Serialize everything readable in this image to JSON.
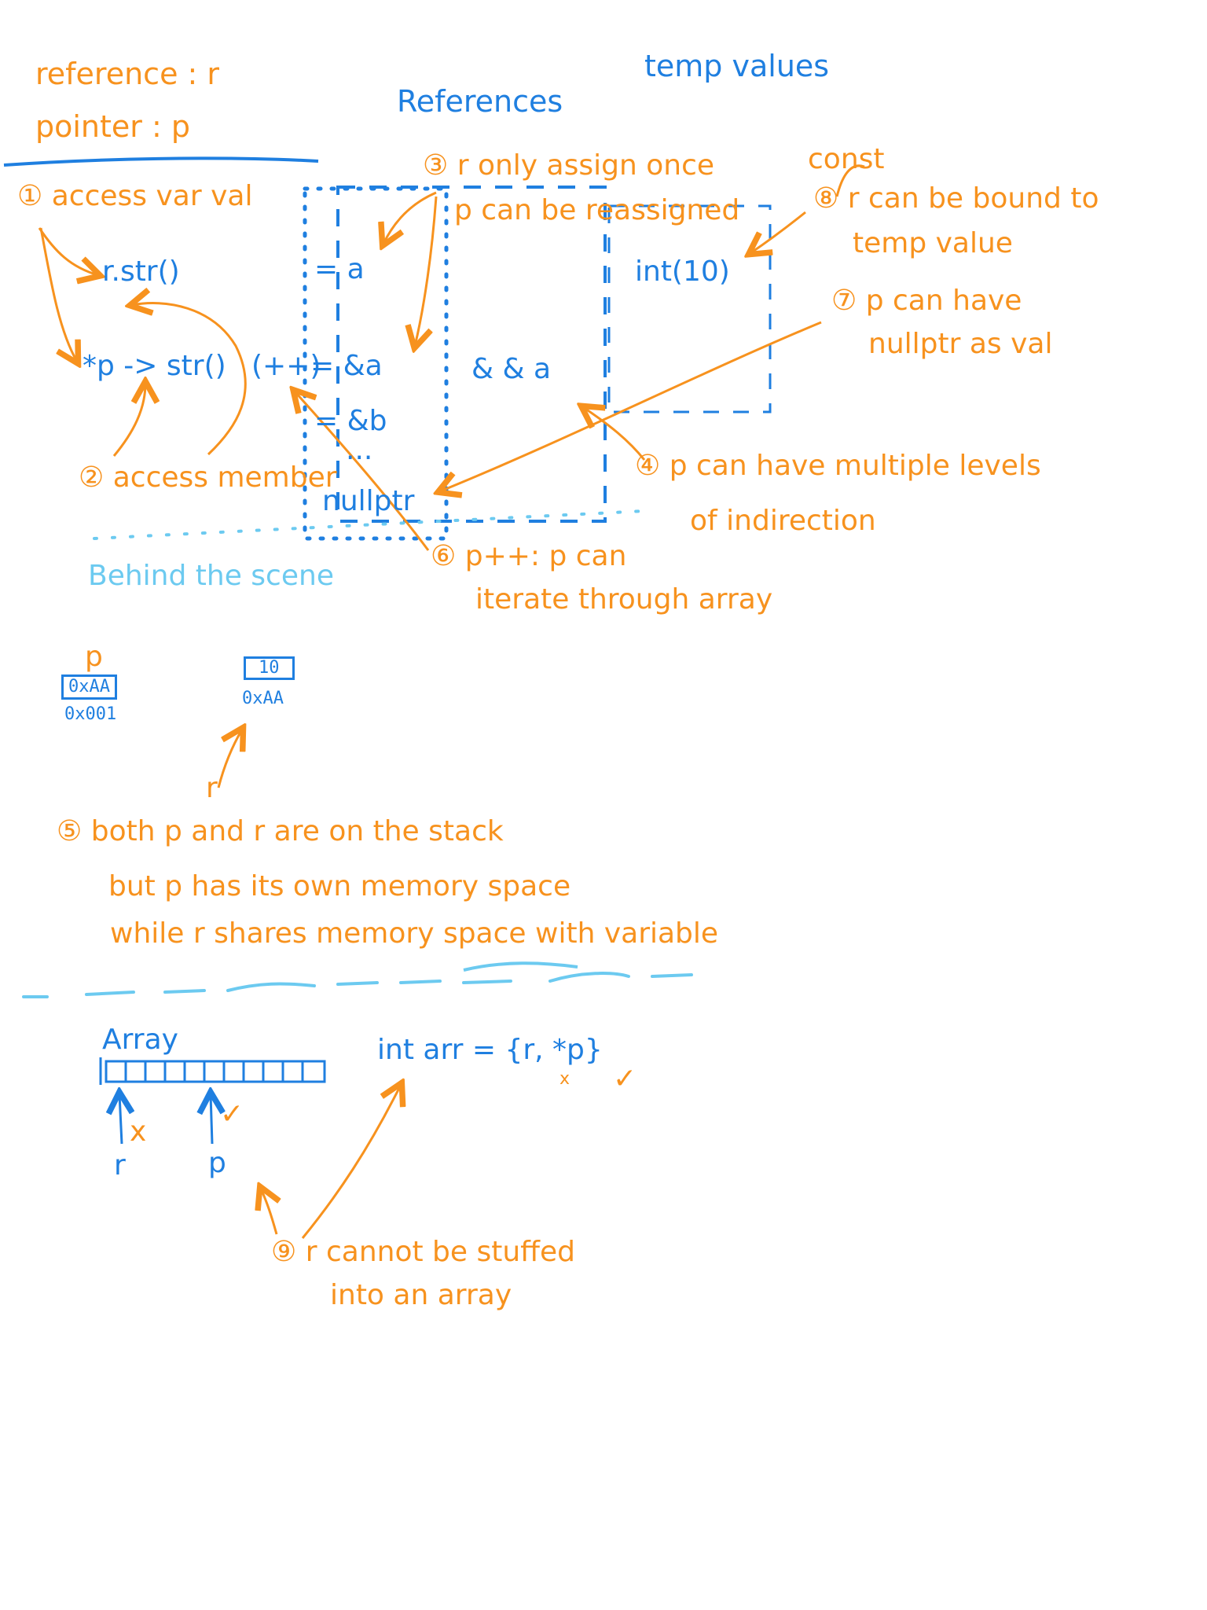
{
  "legend": {
    "reference": "reference : r",
    "pointer": "pointer : p"
  },
  "headers": {
    "references": "References",
    "temp_values": "temp values"
  },
  "code": {
    "r_str": "r.str()",
    "p_str": "*p -> str()",
    "pp": "(++)",
    "eq_a": "= a",
    "eq_amp_a": "= &a",
    "eq_amp_b": "= &b",
    "ellipsis": "...",
    "nullptr": "nullptr",
    "ampamp_a": "& & a",
    "int10": "int(10)"
  },
  "notes": {
    "n1": "① access var val",
    "n2": "② access member",
    "n3a": "③ r only assign once",
    "n3b": "p can be reassigned",
    "n4a": "④ p can have multiple levels",
    "n4b": "of indirection",
    "n6a": "⑥ p++: p can",
    "n6b": "iterate through array",
    "n7a": "⑦ p can have",
    "n7b": "nullptr as val",
    "n8_const": "const",
    "n8a": "⑧ r can be bound to",
    "n8b": "temp value"
  },
  "behind": {
    "title": "Behind the scene",
    "p_label": "p",
    "p_box": "0xAA",
    "p_addr": "0x001",
    "r_box": "10",
    "r_addr": "0xAA",
    "r_label": "r"
  },
  "stack_note": {
    "l1": "⑤ both p and r are on the stack",
    "l2": "but p has its own memory space",
    "l3": "while r shares memory space with variable"
  },
  "array": {
    "title": "Array",
    "r_label": "r",
    "p_label": "p",
    "x_mark": "x",
    "check_mark": "✓",
    "code": "int arr = {r, *p}",
    "code_x": "x",
    "code_check": "✓",
    "note1": "⑨ r cannot be stuffed",
    "note2": "into an array"
  },
  "colors": {
    "blue": "#1f7fe0",
    "orange": "#f7921e",
    "cyan": "#6ccaf0"
  }
}
